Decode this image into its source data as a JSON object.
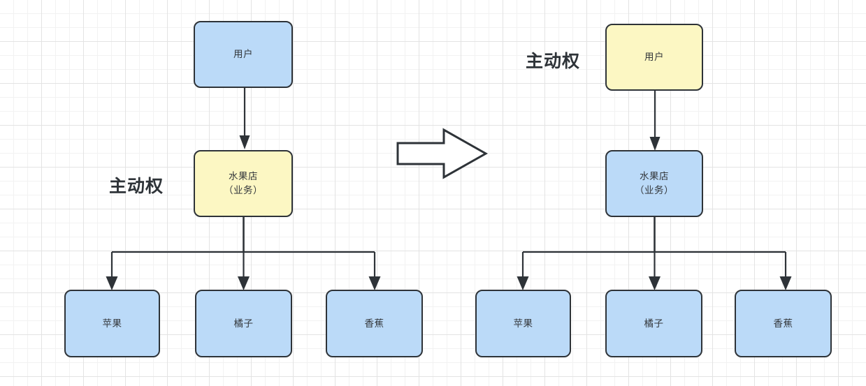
{
  "diagram": {
    "title_label": "主动权",
    "transition_arrow": "right-block-arrow",
    "left": {
      "side_label": "主动权",
      "nodes": {
        "user": "用户",
        "shop": "水果店\n（业务）",
        "apple": "苹果",
        "orange": "橘子",
        "banana": "香蕉"
      }
    },
    "right": {
      "side_label": "主动权",
      "nodes": {
        "user": "用户",
        "shop": "水果店\n（业务）",
        "apple": "苹果",
        "orange": "橘子",
        "banana": "香蕉"
      }
    },
    "colors": {
      "blue_fill": "#bbdaf8",
      "yellow_fill": "#fcf7c3",
      "border": "#2e3338",
      "text": "#33373b",
      "grid_minor": "#f2f2f2",
      "grid_major": "#e3e3e3",
      "background": "#ffffff"
    }
  }
}
